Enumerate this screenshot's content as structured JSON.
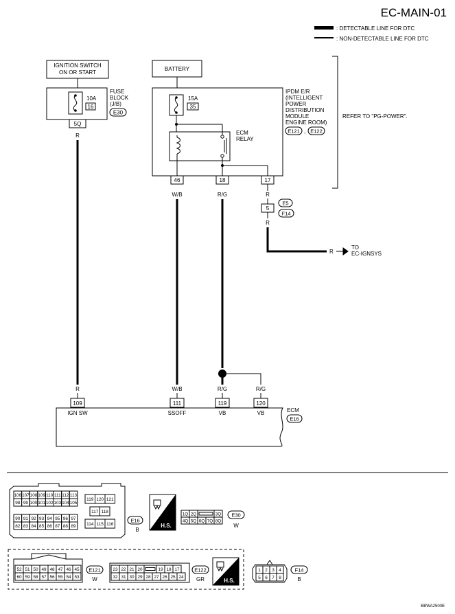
{
  "page": {
    "id": "EC-MAIN-01",
    "ref_code": "BBWA2500E"
  },
  "legend": {
    "detectable": ": DETECTABLE LINE FOR DTC",
    "non_detectable": ": NON-DETECTABLE LINE FOR DTC"
  },
  "ignition": {
    "line1": "IGNITION SWITCH",
    "line2": "ON OR START"
  },
  "battery": {
    "label": "BATTERY"
  },
  "fuse_block": {
    "fuse_rating": "10A",
    "fuse_no": "16",
    "name1": "FUSE",
    "name2": "BLOCK",
    "name3": "(J/B)",
    "connector": "E30",
    "terminal": "5Q",
    "wire": "R"
  },
  "ipdm": {
    "fuse_rating": "15A",
    "fuse_no": "35",
    "relay1": "ECM",
    "relay2": "RELAY",
    "lines": [
      "IPDM E/R",
      "(INTELLIGENT",
      "POWER",
      "DISTRIBUTION",
      "MODULE",
      "ENGINE ROOM)"
    ],
    "conn1": "E121",
    "conn_sep": ",",
    "conn2": "E122",
    "refer": "REFER TO \"PG-POWER\".",
    "terminals": [
      "46",
      "18",
      "17"
    ]
  },
  "wires": {
    "w46": "W/B",
    "w18": "R/G",
    "w17": "R",
    "joint": "5",
    "joint_top": "E5",
    "joint_bottom": "F14",
    "after_joint": "R",
    "arrow_wire": "R",
    "to1": "TO",
    "to2": "EC-IGNSYS"
  },
  "ecm": {
    "label": "ECM",
    "connector": "E16",
    "pins": [
      {
        "no": "109",
        "name": "IGN SW",
        "wire": "R"
      },
      {
        "no": "111",
        "name": "SSOFF",
        "wire": "W/B"
      },
      {
        "no": "119",
        "name": "VB",
        "wire": "R/G"
      },
      {
        "no": "120",
        "name": "VB",
        "wire": "R/G"
      }
    ]
  },
  "connectors": {
    "e16": {
      "code": "E16",
      "color": "B",
      "rows": [
        [
          "106",
          "107",
          "108",
          "109",
          "110",
          "111",
          "112",
          "113"
        ],
        [
          "98",
          "99",
          "100",
          "101",
          "102",
          "103",
          "104",
          "105"
        ],
        [
          "90",
          "91",
          "92",
          "93",
          "94",
          "95",
          "96",
          "97"
        ],
        [
          "82",
          "83",
          "84",
          "85",
          "86",
          "87",
          "88",
          "89"
        ]
      ],
      "right_rows": [
        [
          "119",
          "120",
          "121"
        ],
        [
          "117",
          "118"
        ],
        [
          "114",
          "115",
          "116"
        ]
      ]
    },
    "hs": "H.S.",
    "e30": {
      "code": "E30",
      "color": "W",
      "row1": [
        "1Q",
        "2Q",
        "",
        "3Q"
      ],
      "row2": [
        "4Q",
        "5Q",
        "6Q",
        "7Q",
        "8Q"
      ]
    },
    "e121": {
      "code": "E121",
      "color": "W",
      "row1": [
        "52",
        "51",
        "50",
        "49",
        "48",
        "47",
        "46",
        "45"
      ],
      "row2": [
        "60",
        "59",
        "58",
        "57",
        "56",
        "55",
        "54",
        "53"
      ]
    },
    "e122": {
      "code": "E122",
      "color": "GR",
      "row1": [
        "23",
        "22",
        "21",
        "20",
        "",
        "19",
        "18",
        "17"
      ],
      "row2": [
        "32",
        "31",
        "30",
        "29",
        "28",
        "27",
        "26",
        "25",
        "24"
      ]
    },
    "f14": {
      "code": "F14",
      "color": "B",
      "row1": [
        "1",
        "2",
        "3",
        "4"
      ],
      "row2": [
        "5",
        "6",
        "7",
        "8"
      ]
    }
  }
}
